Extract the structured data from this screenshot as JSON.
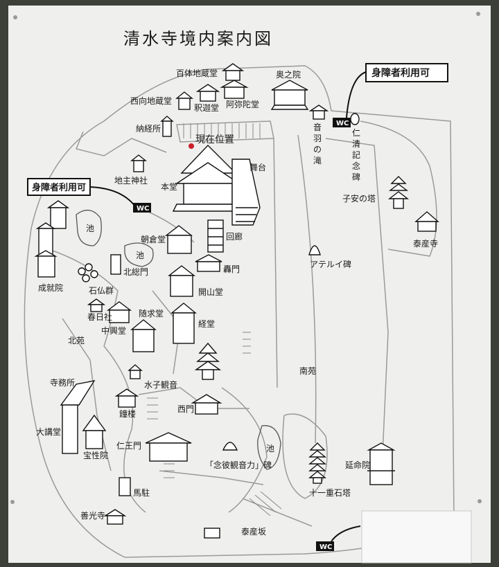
{
  "map": {
    "title": "清水寺境内案内図",
    "you_are_here": "現在位置",
    "accessible_label": "身障者利用可",
    "wc": "WC",
    "places": {
      "hyakutai": "百体地蔵堂",
      "okunoin": "奥之院",
      "nishimuki": "西向地蔵堂",
      "shakado": "釈迦堂",
      "amidado": "阿弥陀堂",
      "otowa": "音羽の滝",
      "ninsei": "仁清記念碑",
      "nokyosho": "納経所",
      "jishu": "地主神社",
      "hondo": "本堂",
      "butai": "舞台",
      "koyasu": "子安の塔",
      "taisanji": "泰産寺",
      "jojuin": "成就院",
      "asakura": "朝倉堂",
      "ike1": "池",
      "ike2": "池",
      "ike3": "池",
      "kairo": "回廊",
      "kitasomon": "北総門",
      "todoromon": "轟門",
      "sekibutsu": "石仏群",
      "kaisando": "開山堂",
      "aterui": "アテルイ碑",
      "zuigudo": "随求堂",
      "kasuga": "春日社",
      "kyodo": "経堂",
      "chukodo": "中興堂",
      "kitaen": "北苑",
      "jimusho": "寺務所",
      "minamien": "南苑",
      "suishi": "水子観音",
      "shoro": "鐘楼",
      "saimon": "西門",
      "daikodo": "大講堂",
      "hojuin": "宝性院",
      "niomon": "仁王門",
      "nenpi": "「念彼観音力」碑",
      "enmeiin": "延命院",
      "juichi": "十一重石塔",
      "bada": "馬駐",
      "zenkoji": "善光寺",
      "taisanzaka": "泰産坂"
    }
  }
}
